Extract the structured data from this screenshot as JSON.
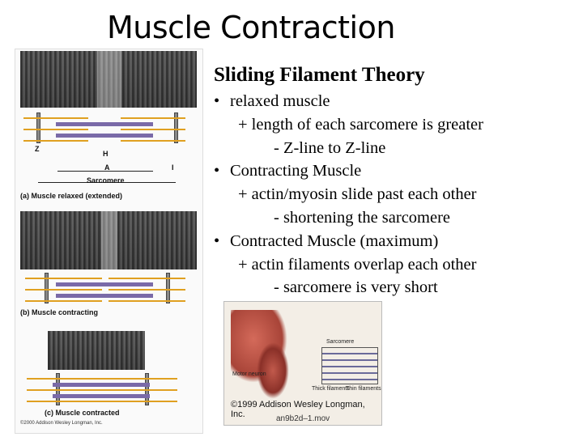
{
  "slide": {
    "title": "Muscle Contraction",
    "heading": "Sliding Filament Theory"
  },
  "bullets": [
    {
      "level": 1,
      "text": "relaxed muscle"
    },
    {
      "level": 2,
      "text": "+  length of each sarcomere is greater"
    },
    {
      "level": 3,
      "text": "-  Z-line to Z-line"
    },
    {
      "level": 1,
      "text": "Contracting Muscle"
    },
    {
      "level": 2,
      "text": "+  actin/myosin slide past each other"
    },
    {
      "level": 3,
      "text": "-  shortening the sarcomere"
    },
    {
      "level": 1,
      "text": "Contracted Muscle (maximum)"
    },
    {
      "level": 2,
      "text": "+  actin filaments overlap each other"
    },
    {
      "level": 3,
      "text": "-  sarcomere is very short"
    }
  ],
  "left_figure": {
    "label_z": "Z",
    "label_h": "H",
    "label_a": "A",
    "label_i": "I",
    "label_sarcomere": "Sarcomere",
    "caption_a": "(a) Muscle relaxed (extended)",
    "caption_b": "(b) Muscle contracting",
    "caption_c": "(c) Muscle contracted",
    "credit": "©2000 Addison Wesley Longman, Inc."
  },
  "photo": {
    "sarcomere_label": "Sarcomere",
    "motor_neuron": "Motor neuron",
    "thick_filaments": "Thick filaments",
    "thin_filaments": "Thin filaments",
    "copyright": "©1999 Addison Wesley Longman, Inc.",
    "filename": "an9b2d–1.mov"
  }
}
